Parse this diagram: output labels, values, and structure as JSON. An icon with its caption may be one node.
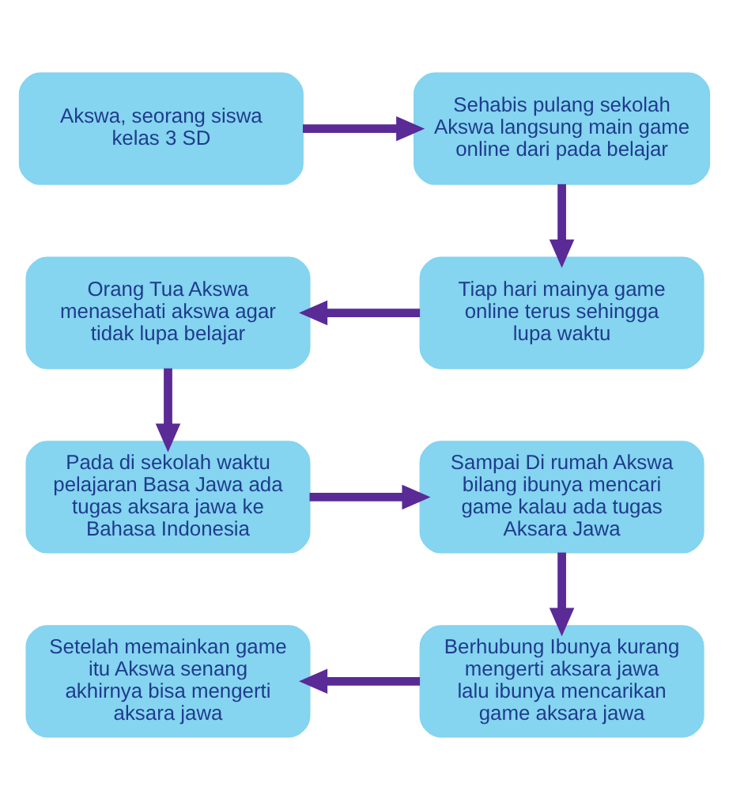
{
  "diagram": {
    "nodes": [
      {
        "text": [
          "Akswa, seorang siswa kelas 3 SD"
        ]
      },
      {
        "text": [
          "Sehabis pulang sekolah Akswa langsung main game online dari pada belajar"
        ]
      },
      {
        "text": [
          "Tiap hari mainya game online terus sehingga lupa waktu"
        ]
      },
      {
        "text": [
          "Orang Tua Akswa menasehati akswa agar tidak lupa belajar"
        ]
      },
      {
        "text": [
          "Pada di sekolah waktu pelajaran Basa Jawa ada tugas aksara jawa ke Bahasa Indonesia"
        ]
      },
      {
        "text": [
          "Sampai Di rumah Akswa bilang ibunya mencari game kalau ada tugas Aksara Jawa"
        ]
      },
      {
        "text": [
          "Berhubung Ibunya kurang mengerti aksara jawa lalu ibunya mencarikan game aksara jawa"
        ]
      },
      {
        "text": [
          "Setelah memainkan game itu Akswa senang akhirnya bisa mengerti aksara jawa"
        ]
      }
    ],
    "edges": [
      {
        "from": 0,
        "to": 1,
        "arrow": "to"
      },
      {
        "from": 1,
        "to": 2,
        "arrow": "to"
      },
      {
        "from": 2,
        "to": 3,
        "arrow": "to"
      },
      {
        "from": 3,
        "to": 4,
        "arrow": "to"
      },
      {
        "from": 4,
        "to": 5,
        "arrow": "to"
      },
      {
        "from": 5,
        "to": 6,
        "arrow": "to"
      },
      {
        "from": 6,
        "to": 7,
        "arrow": "to"
      }
    ]
  }
}
